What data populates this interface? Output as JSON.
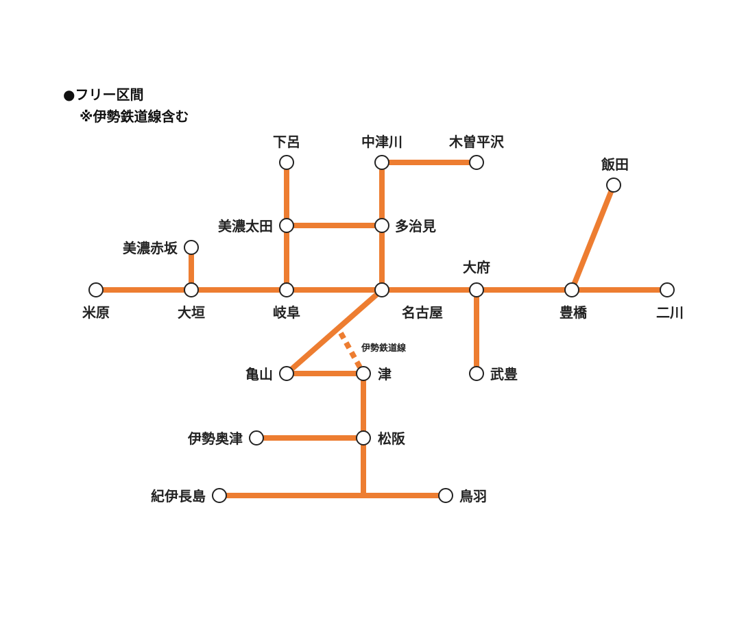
{
  "legend": {
    "title": "●フリー区間",
    "note": "※伊勢鉄道線含む"
  },
  "line_color": "#ED7D31",
  "ise_railway_label": "伊勢鉄道線",
  "stations": {
    "gero": "下呂",
    "nakatsugawa": "中津川",
    "kisohirasawa": "木曽平沢",
    "iida": "飯田",
    "minoota": "美濃太田",
    "tajimi": "多治見",
    "minoakasaka": "美濃赤坂",
    "maibara": "米原",
    "ogaki": "大垣",
    "gifu": "岐阜",
    "nagoya": "名古屋",
    "obu": "大府",
    "toyohashi": "豊橋",
    "futagawa": "二川",
    "kameyama": "亀山",
    "tsu": "津",
    "taketoyo": "武豊",
    "iseokitsu": "伊勢奥津",
    "matsusaka": "松阪",
    "kiinagashima": "紀伊長島",
    "toba": "鳥羽"
  }
}
